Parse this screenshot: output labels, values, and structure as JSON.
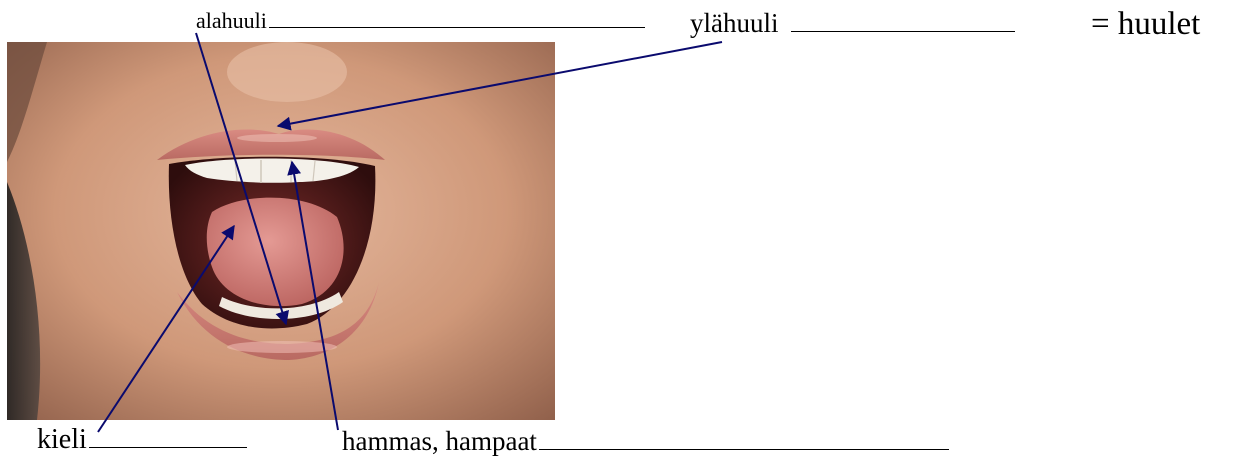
{
  "labels": {
    "lower_lip": "alahuuli",
    "upper_lip": "ylähuuli",
    "lips": "= huulet",
    "tongue": "kieli",
    "teeth": "hammas, hampaat"
  },
  "colors": {
    "arrow": "#0a0a6e",
    "text": "#000000"
  }
}
